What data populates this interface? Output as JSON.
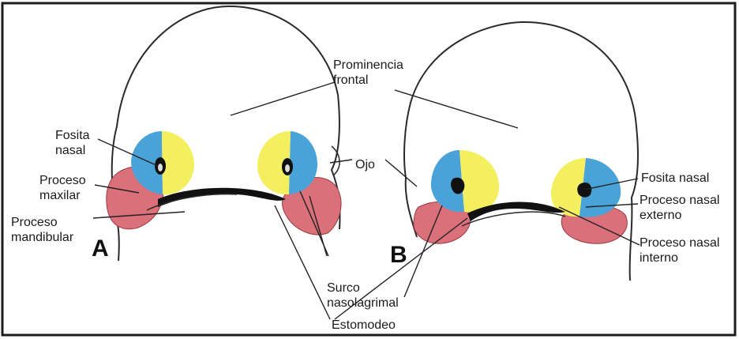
{
  "figure": {
    "colors": {
      "border": "#1c1c1c",
      "outline": "#2a2a2a",
      "medial_blue": "#4aa3d8",
      "lateral_yellow": "#f4ef5e",
      "maxillary_red": "#d9707a",
      "pit_black": "#111111"
    },
    "labels": {
      "prominencia_1": "Prominencia",
      "prominencia_2": "frontal",
      "fosita_a_1": "Fosita",
      "fosita_a_2": "nasal",
      "proceso_maxilar_1": "Proceso",
      "proceso_maxilar_2": "maxilar",
      "proceso_mandibular_1": "Proceso",
      "proceso_mandibular_2": "mandibular",
      "ojo": "Ojo",
      "fosita_b": "Fosita nasal",
      "proceso_externo_1": "Proceso nasal",
      "proceso_externo_2": "externo",
      "proceso_interno_1": "Proceso nasal",
      "proceso_interno_2": "interno",
      "surco_1": "Surco",
      "surco_2": "nasolagrimal",
      "estomodeo": "Estomodeo"
    },
    "panels": {
      "a": "A",
      "b": "B"
    }
  }
}
